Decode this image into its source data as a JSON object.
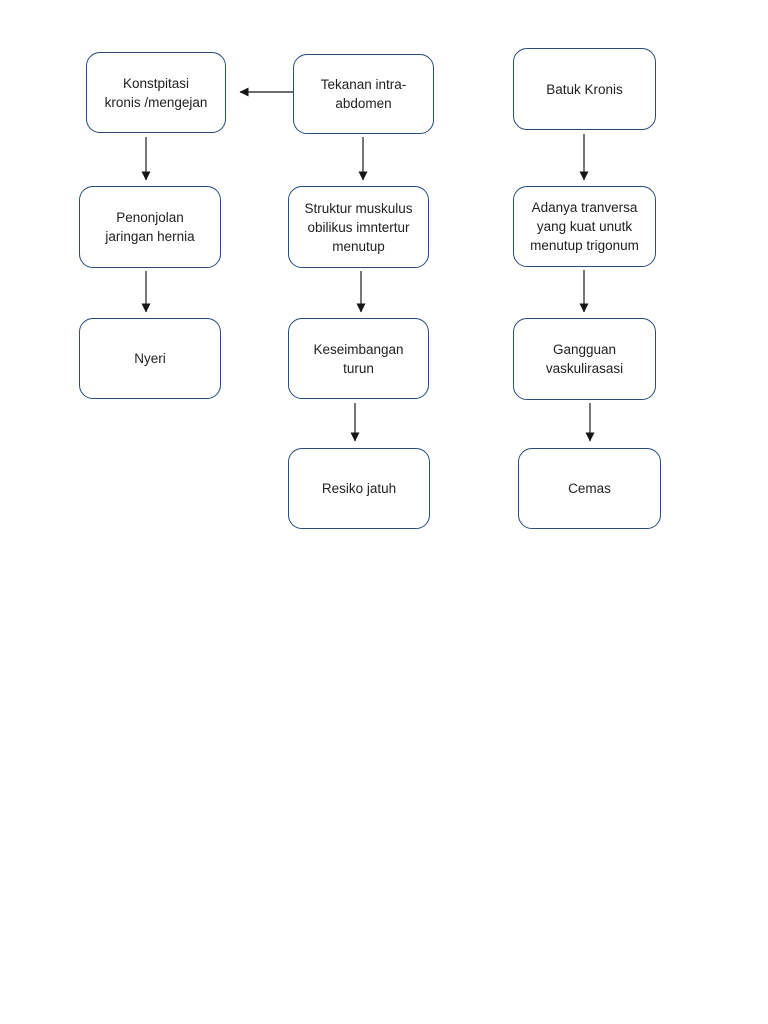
{
  "diagram": {
    "type": "flowchart",
    "language": "Indonesian",
    "colors": {
      "node_border": "#2b4a7d",
      "node_fill": "#ffffff",
      "arrow": "#3d3d3d",
      "text": "#1f1f1f",
      "page_background": "#ffffff"
    },
    "nodes": [
      {
        "id": "konstpitasi",
        "label": "Konstpitasi\nkronis /mengejan"
      },
      {
        "id": "tekanan",
        "label": "Tekanan intra-\nabdomen"
      },
      {
        "id": "batuk",
        "label": "Batuk Kronis"
      },
      {
        "id": "penonjolan",
        "label": "Penonjolan\njaringan hernia"
      },
      {
        "id": "struktur",
        "label": "Struktur muskulus\nobilikus imntertur\nmenutup"
      },
      {
        "id": "adanya",
        "label": "Adanya tranversa\nyang kuat unutk\nmenutup trigonum"
      },
      {
        "id": "nyeri",
        "label": "Nyeri"
      },
      {
        "id": "keseimbangan",
        "label": "Keseimbangan\nturun"
      },
      {
        "id": "gangguan",
        "label": "Gangguan\nvaskulirasasi"
      },
      {
        "id": "resiko",
        "label": "Resiko jatuh"
      },
      {
        "id": "cemas",
        "label": "Cemas"
      }
    ],
    "edges": [
      {
        "from": "tekanan",
        "to": "konstpitasi",
        "direction": "left"
      },
      {
        "from": "konstpitasi",
        "to": "penonjolan",
        "direction": "down"
      },
      {
        "from": "tekanan",
        "to": "struktur",
        "direction": "down"
      },
      {
        "from": "batuk",
        "to": "adanya",
        "direction": "down"
      },
      {
        "from": "penonjolan",
        "to": "nyeri",
        "direction": "down"
      },
      {
        "from": "struktur",
        "to": "keseimbangan",
        "direction": "down"
      },
      {
        "from": "adanya",
        "to": "gangguan",
        "direction": "down"
      },
      {
        "from": "keseimbangan",
        "to": "resiko",
        "direction": "down"
      },
      {
        "from": "gangguan",
        "to": "cemas",
        "direction": "down"
      }
    ]
  }
}
